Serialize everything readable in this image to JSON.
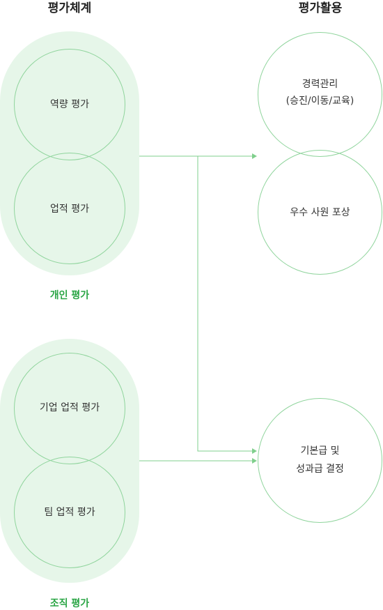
{
  "headings": {
    "system": "평가체계",
    "usage": "평가활용"
  },
  "individual": {
    "label": "개인 평가",
    "items": [
      "역량 평가",
      "업적 평가"
    ]
  },
  "organization": {
    "label": "조직 평가",
    "items": [
      "기업 업적 평가",
      "팀 업적 평가"
    ]
  },
  "usage": {
    "career": {
      "line1": "경력관리",
      "line2": "(승진/이동/교육)"
    },
    "reward": "우수 사원 포상",
    "pay": {
      "line1": "기본급 및",
      "line2": "성과급 결정"
    }
  },
  "colors": {
    "accent": "#2aa545",
    "circle_border": "#8fd49c",
    "pill_fill": "#e6f6e9",
    "connector": "#7fcf8c"
  }
}
